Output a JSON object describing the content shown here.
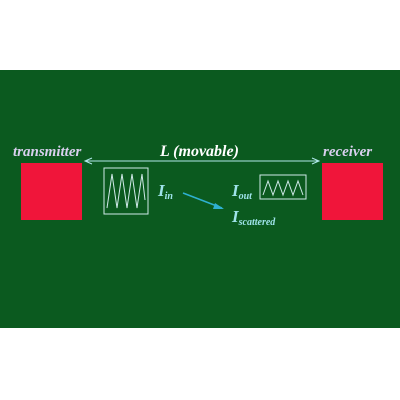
{
  "labels": {
    "transmitter": "transmitter",
    "receiver": "receiver",
    "distance": "L (movable)",
    "i_in_main": "I",
    "i_in_sub": "in",
    "i_out_main": "I",
    "i_out_sub": "out",
    "i_scattered_main": "I",
    "i_scattered_sub": "scattered"
  },
  "colors": {
    "background": "#0b5a1f",
    "block": "#f0153a",
    "text_side": "#d9d0ef",
    "text_cyan": "#9fe3ea",
    "line": "#b0e8ea",
    "arrow": "#2fb0d0"
  }
}
